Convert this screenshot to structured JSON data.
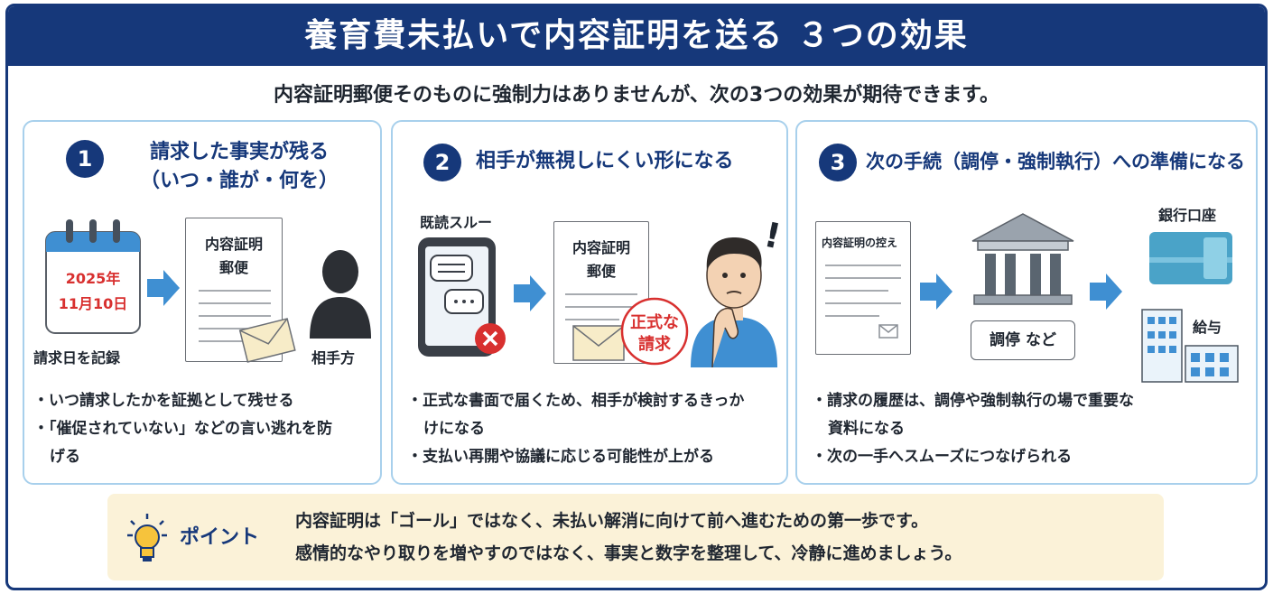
{
  "header": {
    "title": "養育費未払いで内容証明を送る ３つの効果"
  },
  "subtitle": "内容証明郵便そのものに強制力はありませんが、次の3つの効果が期待できます。",
  "panels": [
    {
      "number": "1",
      "title_line1": "請求した事実が残る",
      "title_line2": "（いつ・誰が・何を）",
      "calendar_year": "2025年",
      "calendar_date": "11月10日",
      "calendar_caption": "請求日を記録",
      "doc_line1": "内容証明",
      "doc_line2": "郵便",
      "person_caption": "相手方",
      "bullets": [
        "・いつ請求したかを証拠として残せる",
        "・「催促されていない」などの言い逃れを防げる"
      ]
    },
    {
      "number": "2",
      "title": "相手が無視しにくい形になる",
      "phone_caption": "既読スルー",
      "doc_line1": "内容証明",
      "doc_line2": "郵便",
      "stamp_line1": "正式な",
      "stamp_line2": "請求",
      "exclaim": "!",
      "bullets": [
        "・正式な書面で届くため、相手が検討するきっかけになる",
        "・支払い再開や協議に応じる可能性が上がる"
      ]
    },
    {
      "number": "3",
      "title": "次の手続（調停・強制執行）への準備になる",
      "doc_caption": "内容証明の控え",
      "court_caption": "調停 など",
      "bank_caption": "銀行口座",
      "salary_caption": "給与",
      "bullets": [
        "・請求の履歴は、調停や強制執行の場で重要な資料になる",
        "・次の一手へスムーズにつなげられる"
      ]
    }
  ],
  "point": {
    "label": "ポイント",
    "line1": "内容証明は「ゴール」ではなく、未払い解消に向けて前へ進むための第一歩です。",
    "line2": "感情的なやり取りを増やすのではなく、事実と数字を整理して、冷静に進めましょう。"
  },
  "colors": {
    "navy": "#16387a",
    "arrow_blue": "#3f8fd2",
    "panel_border": "#a8d0ec",
    "point_bg": "#fbf2d8",
    "red": "#d8302f"
  },
  "icons": [
    "calendar-icon",
    "document-icon",
    "envelope-icon",
    "person-silhouette-icon",
    "smartphone-icon",
    "chat-bubble-icon",
    "x-mark-icon",
    "thinking-man-icon",
    "courthouse-icon",
    "bank-card-icon",
    "office-building-icon",
    "lightbulb-icon",
    "arrow-right-icon"
  ]
}
